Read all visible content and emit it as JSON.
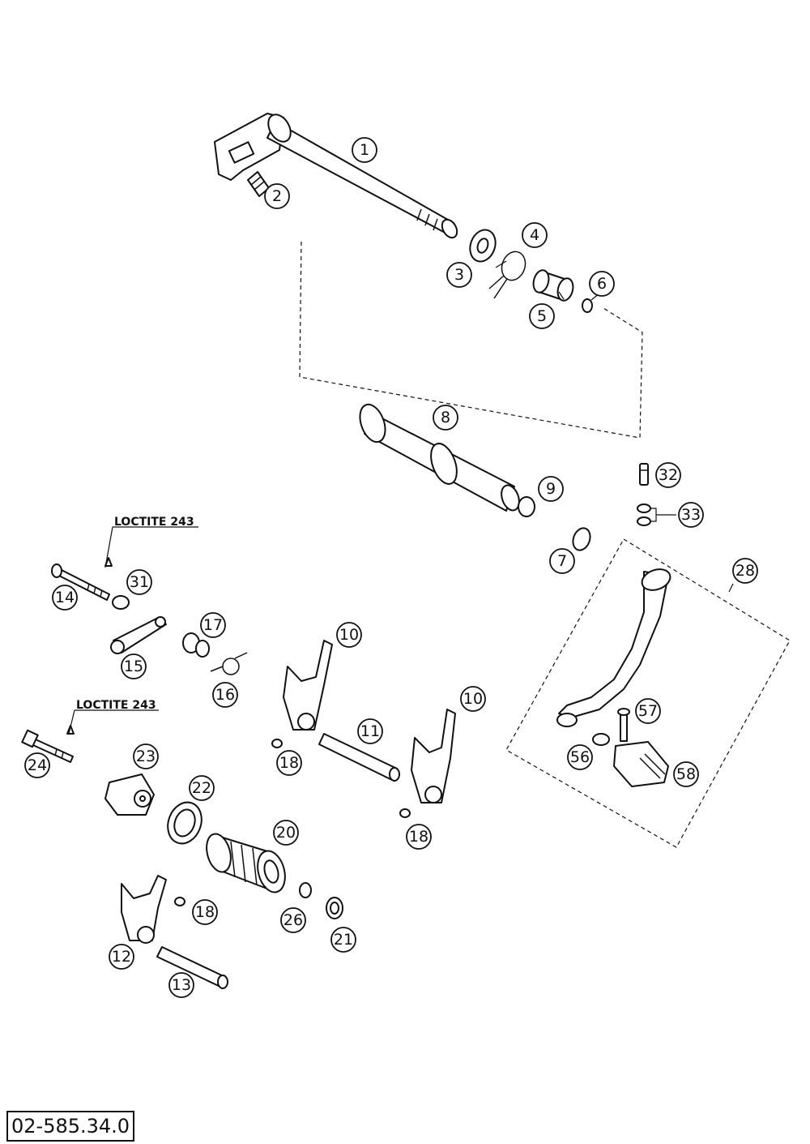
{
  "diagram": {
    "drawing_number": "02-585.34.0",
    "notes": [
      "LOCTITE 243",
      "LOCTITE 243"
    ],
    "callouts": [
      "1",
      "2",
      "3",
      "4",
      "5",
      "6",
      "8",
      "9",
      "32",
      "33",
      "7",
      "28",
      "14",
      "31",
      "17",
      "10",
      "15",
      "16",
      "10",
      "11",
      "57",
      "24",
      "23",
      "18",
      "56",
      "58",
      "22",
      "20",
      "18",
      "18",
      "26",
      "21",
      "12",
      "13"
    ]
  }
}
